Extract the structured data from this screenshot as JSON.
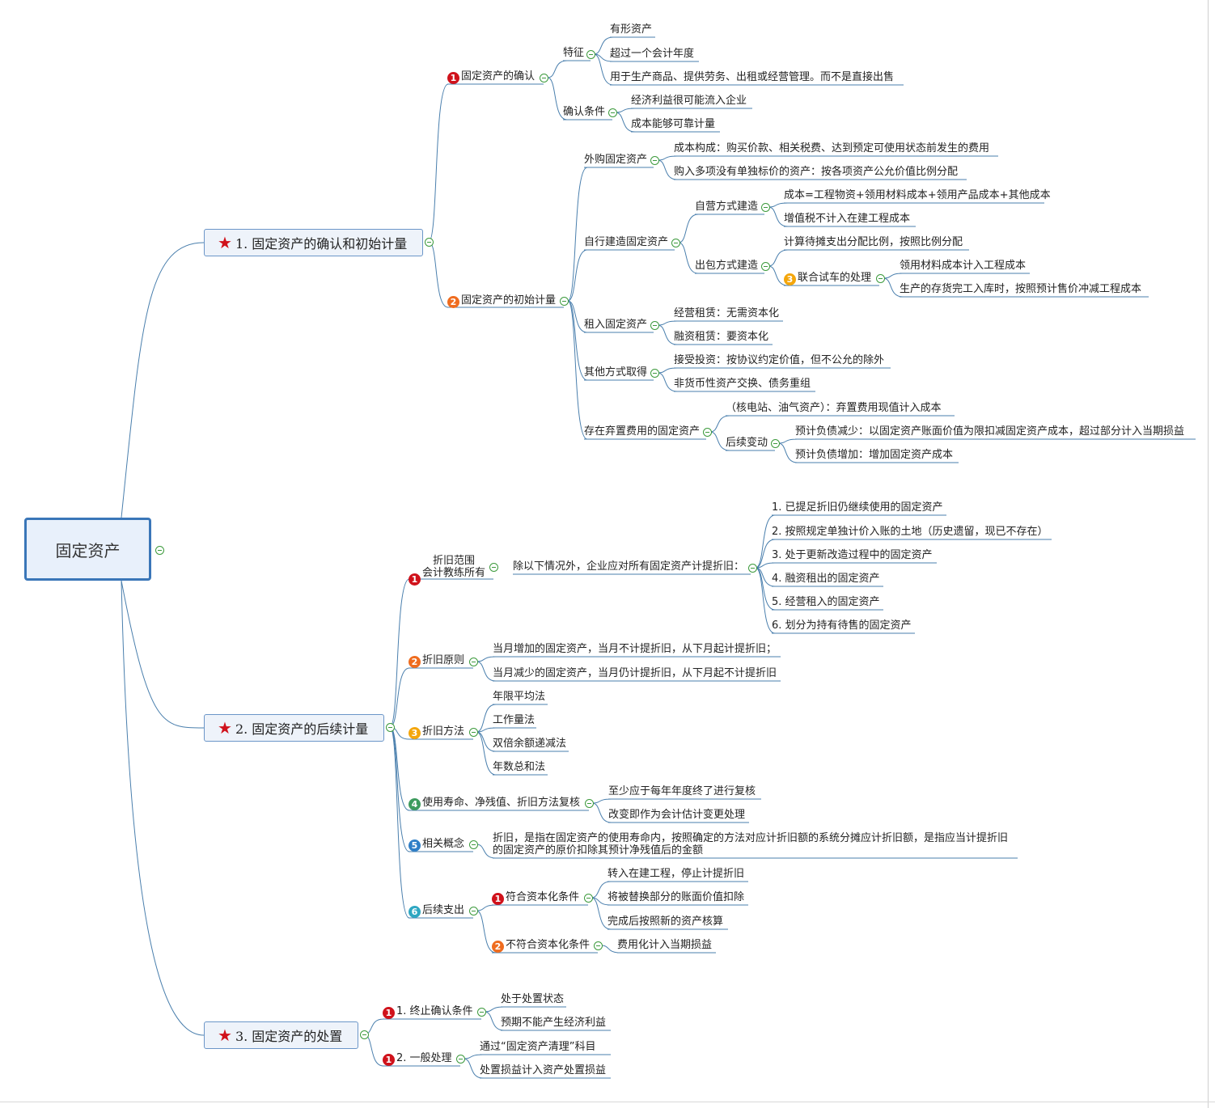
{
  "root": "固定资产",
  "colors": {
    "line": "#4a7fad",
    "badge1": "#d0121b",
    "badge2": "#ef6c1f",
    "badge3": "#f4a60b",
    "badge4": "#3e9b5e",
    "badge5": "#2f7fc7",
    "badge6": "#2fa7c2"
  },
  "icons": {
    "star": "star-icon",
    "toggle": "collapse-icon"
  },
  "b1": {
    "title": "1. 固定资产的确认和初始计量",
    "confirm": {
      "num": "1",
      "label": "固定资产的确认",
      "feature": {
        "label": "特征",
        "items": [
          "有形资产",
          "超过一个会计年度",
          "用于生产商品、提供劳务、出租或经营管理。而不是直接出售"
        ]
      },
      "cond": {
        "label": "确认条件",
        "items": [
          "经济利益很可能流入企业",
          "成本能够可靠计量"
        ]
      }
    },
    "initial": {
      "num": "2",
      "label": "固定资产的初始计量",
      "purchase": {
        "label": "外购固定资产",
        "items": [
          "成本构成：购买价款、相关税费、达到预定可使用状态前发生的费用",
          "购入多项没有单独标价的资产：按各项资产公允价值比例分配"
        ]
      },
      "self": {
        "label": "自行建造固定资产",
        "own": {
          "label": "自营方式建造",
          "items": [
            "成本=工程物资+领用材料成本+领用产品成本+其他成本",
            "增值税不计入在建工程成本"
          ]
        },
        "out": {
          "label": "出包方式建造",
          "items": [
            "计算待摊支出分配比例，按照比例分配"
          ],
          "trial": {
            "num": "3",
            "label": "联合试车的处理",
            "items": [
              "领用材料成本计入工程成本",
              "生产的存货完工入库时，按照预计售价冲减工程成本"
            ]
          }
        }
      },
      "lease": {
        "label": "租入固定资产",
        "items": [
          "经营租赁：无需资本化",
          "融资租赁：要资本化"
        ]
      },
      "other": {
        "label": "其他方式取得",
        "items": [
          "接受投资：按协议约定价值，但不公允的除外",
          "非货币性资产交换、债务重组"
        ]
      },
      "abandon": {
        "label": "存在弃置费用的固定资产",
        "items": [
          "（核电站、油气资产）：弃置费用现值计入成本"
        ],
        "later": {
          "label": "后续变动",
          "items": [
            "预计负债减少：以固定资产账面价值为限扣减固定资产成本，超过部分计入当期损益",
            "预计负债增加：增加固定资产成本"
          ]
        }
      }
    }
  },
  "b2": {
    "title": "2. 固定资产的后续计量",
    "range": {
      "num": "1",
      "label1": "折旧范围",
      "label2": "会计教练所有",
      "desc": "除以下情况外，企业应对所有固定资产计提折旧：",
      "items": [
        "1. 已提足折旧仍继续使用的固定资产",
        "2. 按照规定单独计价入账的土地（历史遗留，现已不存在）",
        "3. 处于更新改造过程中的固定资产",
        "4. 融资租出的固定资产",
        "5. 经营租入的固定资产",
        "6. 划分为持有待售的固定资产"
      ]
    },
    "principle": {
      "num": "2",
      "label": "折旧原则",
      "items": [
        "当月增加的固定资产，当月不计提折旧，从下月起计提折旧；",
        "当月减少的固定资产，当月仍计提折旧，从下月起不计提折旧"
      ]
    },
    "method": {
      "num": "3",
      "label": "折旧方法",
      "items": [
        "年限平均法",
        "工作量法",
        "双倍余额递减法",
        "年数总和法"
      ]
    },
    "review": {
      "num": "4",
      "label": "使用寿命、净残值、折旧方法复核",
      "items": [
        "至少应于每年年度终了进行复核",
        "改变即作为会计估计变更处理"
      ]
    },
    "concept": {
      "num": "5",
      "label": "相关概念",
      "line1": "折旧，是指在固定资产的使用寿命内，按照确定的方法对应计折旧额的系统分摊应计折旧额，是指应当计提折旧",
      "line2": "的固定资产的原价扣除其预计净残值后的金额"
    },
    "subsequent": {
      "num": "6",
      "label": "后续支出",
      "cap": {
        "num": "1",
        "label": "符合资本化条件",
        "items": [
          "转入在建工程，停止计提折旧",
          "将被替换部分的账面价值扣除",
          "完成后按照新的资产核算"
        ]
      },
      "nocap": {
        "num": "2",
        "label": "不符合资本化条件",
        "items": [
          "费用化计入当期损益"
        ]
      }
    }
  },
  "b3": {
    "title": "3. 固定资产的处置",
    "stop": {
      "num": "1",
      "label": "1. 终止确认条件",
      "items": [
        "处于处置状态",
        "预期不能产生经济利益"
      ]
    },
    "general": {
      "num": "1",
      "label": "2. 一般处理",
      "items": [
        "通过“固定资产清理”科目",
        "处置损益计入资产处置损益"
      ]
    }
  }
}
